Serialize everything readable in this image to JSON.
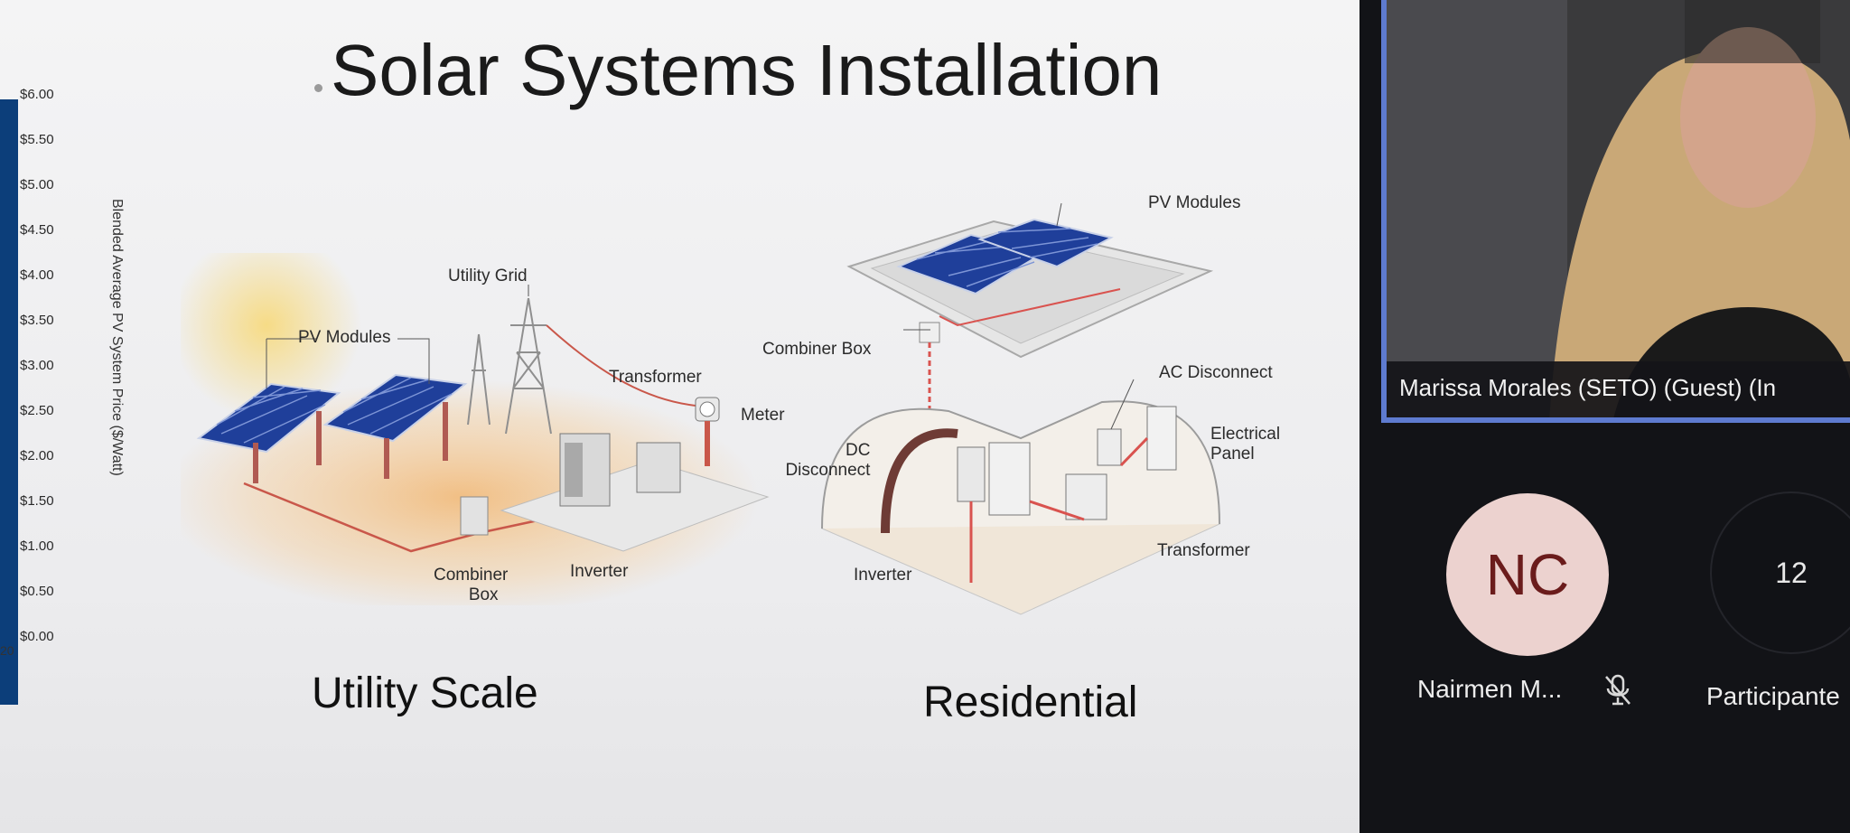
{
  "slide": {
    "title": "Solar Systems Installation",
    "left_chart": {
      "y_ticks": [
        "$6.00",
        "$5.50",
        "$5.00",
        "$4.50",
        "$4.00",
        "$3.50",
        "$3.00",
        "$2.50",
        "$2.00",
        "$1.50",
        "$1.00",
        "$0.50",
        "$0.00"
      ],
      "y_axis_title": "Blended Average PV System Price ($/Watt)",
      "x_partial_label": "20"
    },
    "utility": {
      "heading": "Utility Scale",
      "labels": {
        "pv_modules": "PV Modules",
        "utility_grid": "Utility Grid",
        "transformer": "Transformer",
        "meter": "Meter",
        "combiner_box_line1": "Combiner",
        "combiner_box_line2": "Box",
        "inverter": "Inverter"
      }
    },
    "residential": {
      "heading": "Residential",
      "labels": {
        "pv_modules": "PV Modules",
        "combiner_box": "Combiner Box",
        "ac_disconnect": "AC Disconnect",
        "dc_disconnect_line1": "DC",
        "dc_disconnect_line2": "Disconnect",
        "electrical_panel_line1": "Electrical",
        "electrical_panel_line2": "Panel",
        "transformer": "Transformer",
        "inverter": "Inverter"
      }
    }
  },
  "meeting": {
    "speaker_name": "Marissa Morales (SETO) (Guest) (In",
    "participant": {
      "initials": "NC",
      "name": "Nairmen M...",
      "icon": "mic-off-icon"
    },
    "participants_count": "12",
    "participants_label": "Participante"
  }
}
